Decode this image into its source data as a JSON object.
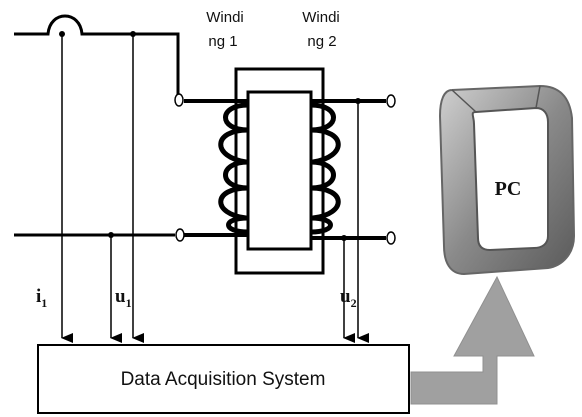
{
  "labels": {
    "winding1_line1": "Windi",
    "winding1_line2": "ng 1",
    "winding2_line1": "Windi",
    "winding2_line2": "ng 2",
    "pc": "PC",
    "i1_main": "i",
    "i1_sub": "1",
    "u1_main": "u",
    "u1_sub": "1",
    "u2_main": "u",
    "u2_sub": "2",
    "das": "Data Acquisition System"
  },
  "colors": {
    "line": "#000000",
    "pc_frame": "#7a7a7a",
    "pc_highlight": "#c8c8c8",
    "arrow": "#9e9e9e"
  }
}
